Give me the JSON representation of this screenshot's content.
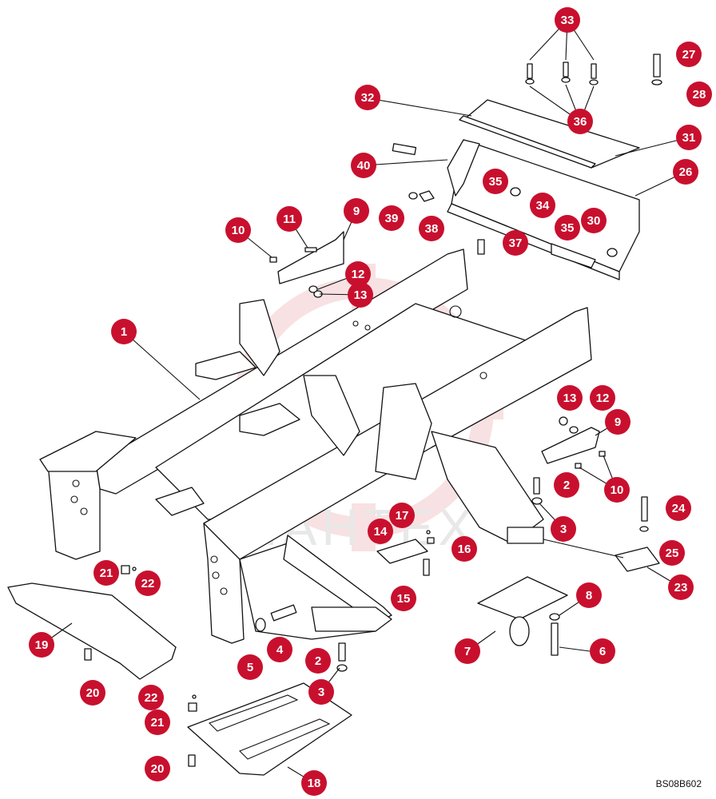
{
  "watermark": "IAHTEX",
  "reference_code": "BS08B602",
  "callouts": [
    {
      "label": "1"
    },
    {
      "label": "2"
    },
    {
      "label": "2"
    },
    {
      "label": "3"
    },
    {
      "label": "3"
    },
    {
      "label": "4"
    },
    {
      "label": "5"
    },
    {
      "label": "6"
    },
    {
      "label": "7"
    },
    {
      "label": "8"
    },
    {
      "label": "9"
    },
    {
      "label": "9"
    },
    {
      "label": "10"
    },
    {
      "label": "10"
    },
    {
      "label": "11"
    },
    {
      "label": "12"
    },
    {
      "label": "12"
    },
    {
      "label": "13"
    },
    {
      "label": "13"
    },
    {
      "label": "14"
    },
    {
      "label": "15"
    },
    {
      "label": "16"
    },
    {
      "label": "17"
    },
    {
      "label": "18"
    },
    {
      "label": "19"
    },
    {
      "label": "20"
    },
    {
      "label": "20"
    },
    {
      "label": "21"
    },
    {
      "label": "21"
    },
    {
      "label": "22"
    },
    {
      "label": "22"
    },
    {
      "label": "23"
    },
    {
      "label": "24"
    },
    {
      "label": "25"
    },
    {
      "label": "26"
    },
    {
      "label": "27"
    },
    {
      "label": "28"
    },
    {
      "label": "30"
    },
    {
      "label": "31"
    },
    {
      "label": "32"
    },
    {
      "label": "33"
    },
    {
      "label": "34"
    },
    {
      "label": "35"
    },
    {
      "label": "35"
    },
    {
      "label": "36"
    },
    {
      "label": "37"
    },
    {
      "label": "38"
    },
    {
      "label": "39"
    },
    {
      "label": "40"
    }
  ]
}
